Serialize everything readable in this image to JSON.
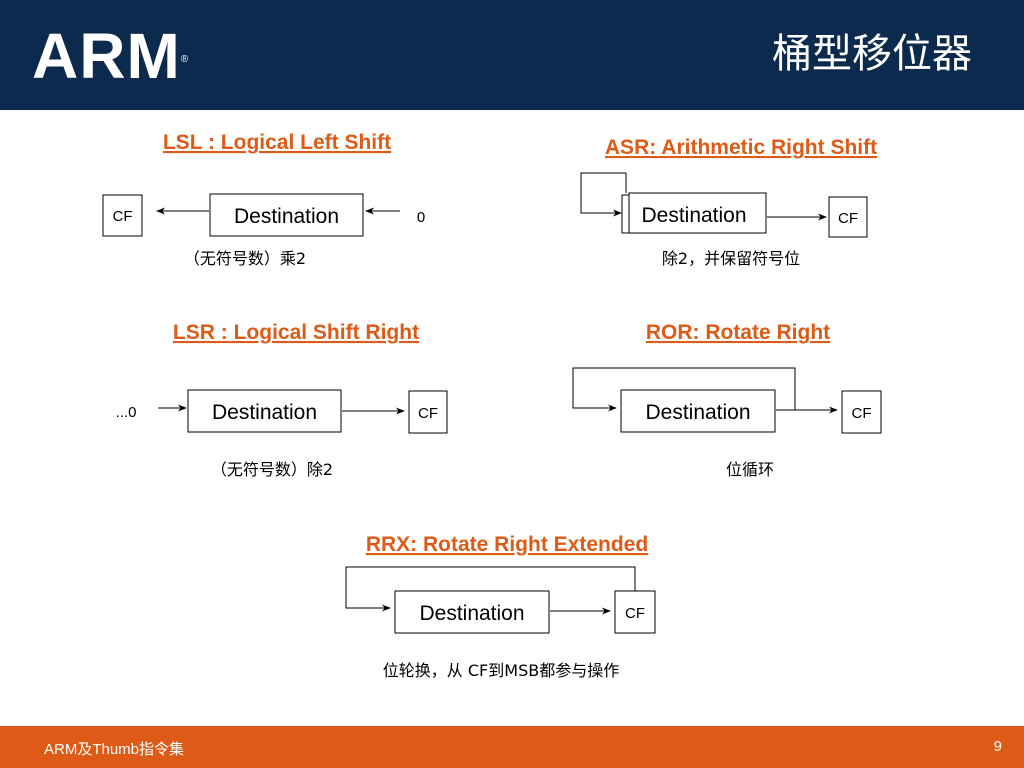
{
  "header": {
    "logo_text": "ARM",
    "logo_mark": "®",
    "title": "桶型移位器"
  },
  "sections": {
    "lsl": {
      "title": "LSL : Logical Left Shift",
      "destination": "Destination",
      "cf": "CF",
      "input": "0",
      "caption": "（无符号数）乘2"
    },
    "asr": {
      "title": "ASR: Arithmetic Right Shift",
      "destination": "Destination",
      "cf": "CF",
      "caption": "除2，并保留符号位"
    },
    "lsr": {
      "title": "LSR : Logical Shift Right",
      "destination": "Destination",
      "cf": "CF",
      "input": "...0",
      "caption": "（无符号数）除2"
    },
    "ror": {
      "title": "ROR: Rotate Right",
      "destination": "Destination",
      "cf": "CF",
      "caption": "位循环"
    },
    "rrx": {
      "title": "RRX: Rotate Right Extended",
      "destination": "Destination",
      "cf": "CF",
      "caption": "位轮换，从 CF到MSB都参与操作"
    }
  },
  "footer": {
    "left": "ARM及Thumb指令集",
    "page_number": "9"
  },
  "colors": {
    "header_bg": "#0c2a4d",
    "footer_bg": "#de5a17",
    "title_accent": "#de5a17"
  }
}
